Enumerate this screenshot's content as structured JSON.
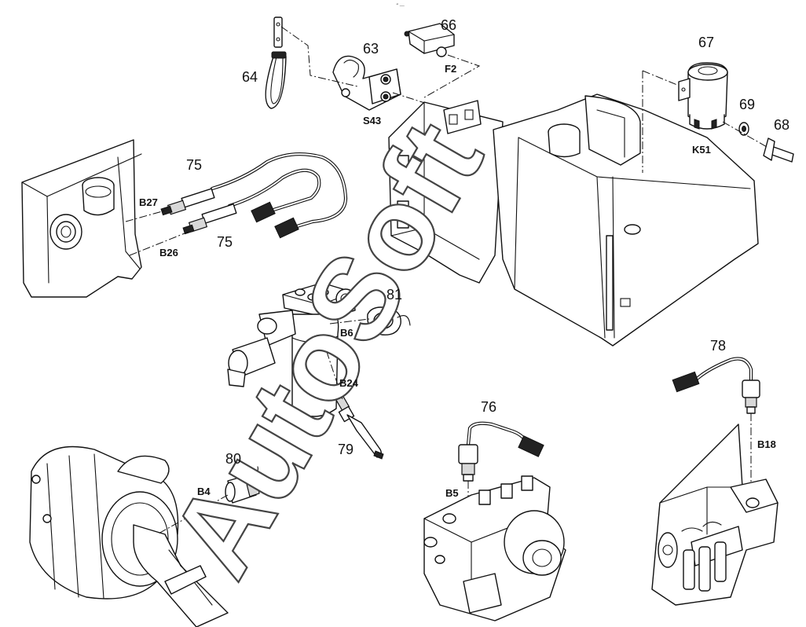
{
  "watermark": "AutoSoft",
  "top_mark": "‴ —",
  "callouts": {
    "c63": "63",
    "c64": "64",
    "c66": "66",
    "c67": "67",
    "c68": "68",
    "c69": "69",
    "c75a": "75",
    "c75b": "75",
    "c76": "76",
    "c78": "78",
    "c79": "79",
    "c80": "80",
    "c81": "81"
  },
  "component_codes": {
    "s43": "S43",
    "f2": "F2",
    "k51": "K51",
    "b27": "B27",
    "b26": "B26",
    "b6": "B6",
    "b24": "B24",
    "b4": "B4",
    "b5": "B5",
    "b18": "B18"
  }
}
